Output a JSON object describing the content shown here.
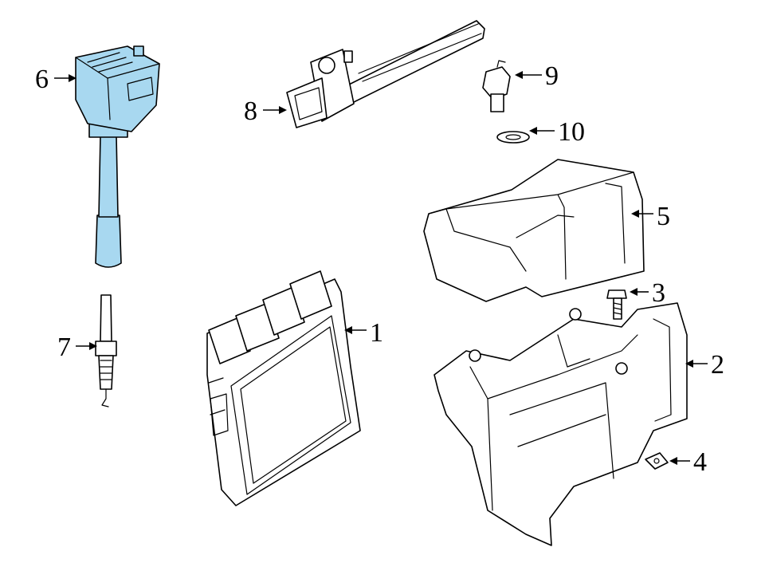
{
  "colors": {
    "highlight": "#a8d8f0",
    "line": "#000000",
    "background": "#ffffff"
  },
  "callouts": [
    "1",
    "2",
    "3",
    "4",
    "5",
    "6",
    "7",
    "8",
    "9",
    "10"
  ]
}
